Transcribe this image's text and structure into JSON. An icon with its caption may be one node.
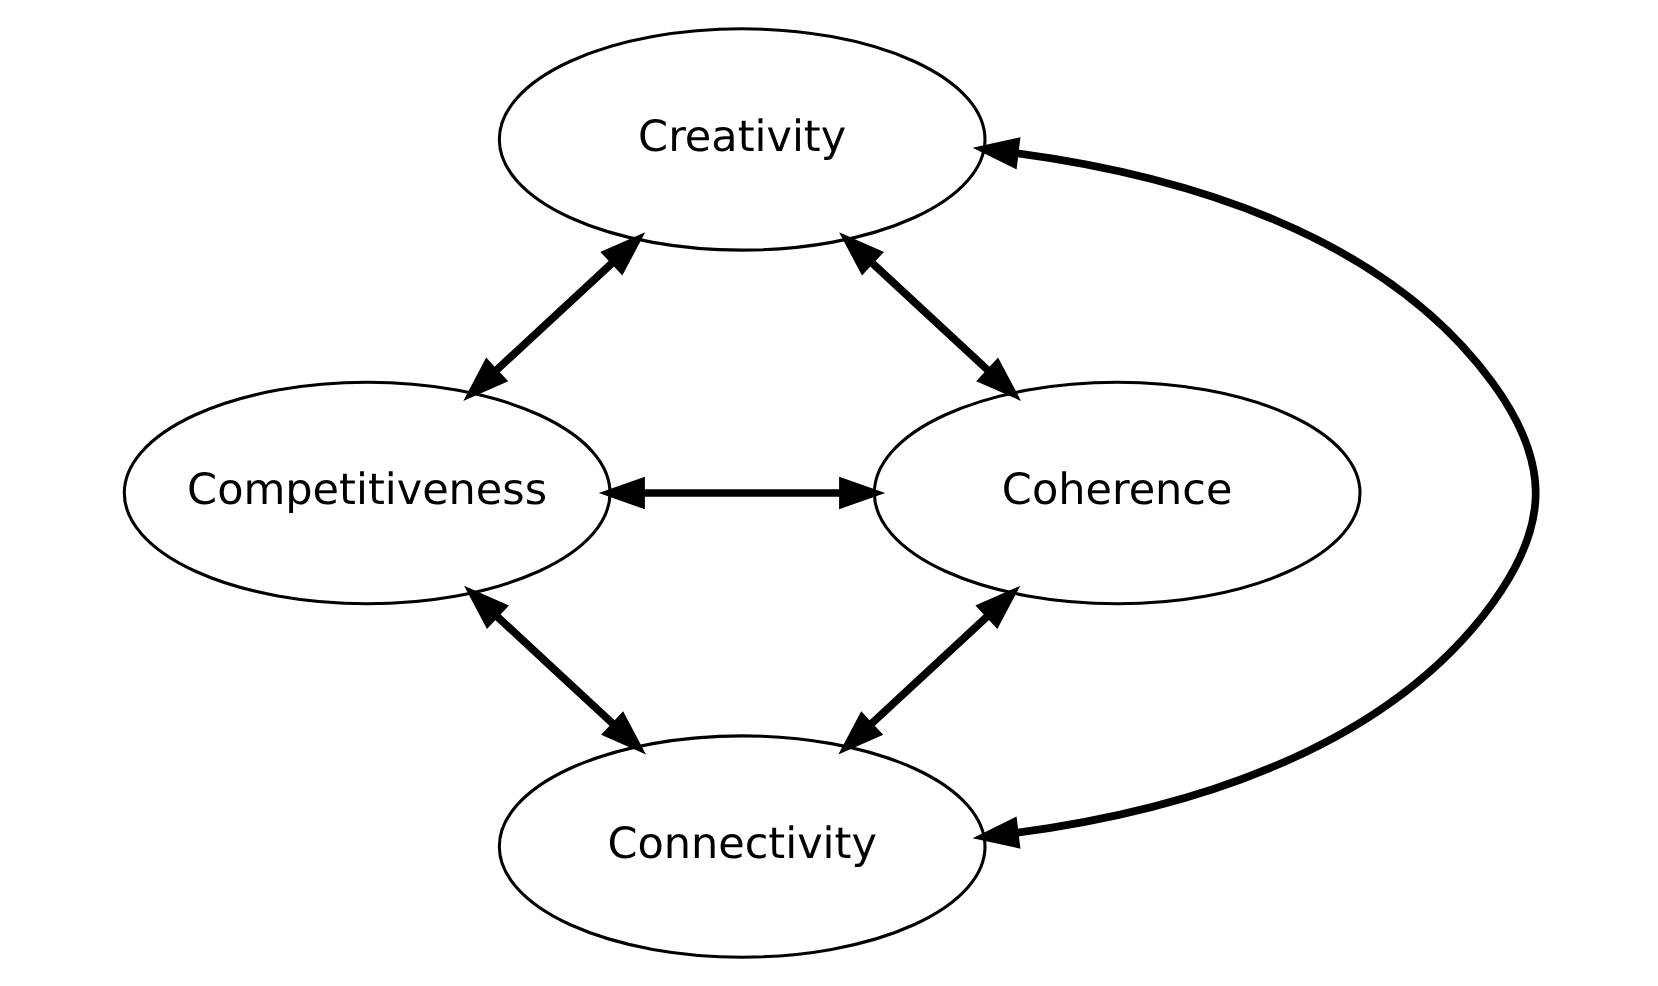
{
  "diagram": {
    "nodes": [
      {
        "text": [
          "Creativity"
        ]
      },
      {
        "text": [
          "Competitiveness"
        ]
      },
      {
        "text": [
          "Coherence"
        ]
      },
      {
        "text": [
          "Connectivity"
        ]
      }
    ],
    "edges": [
      {
        "from": 0,
        "to": 1,
        "arrow": "both"
      },
      {
        "from": 0,
        "to": 2,
        "arrow": "both"
      },
      {
        "from": 0,
        "to": 3,
        "arrow": "both"
      },
      {
        "from": 1,
        "to": 2,
        "arrow": "both"
      },
      {
        "from": 1,
        "to": 3,
        "arrow": "both"
      },
      {
        "from": 2,
        "to": 3,
        "arrow": "both"
      }
    ]
  }
}
